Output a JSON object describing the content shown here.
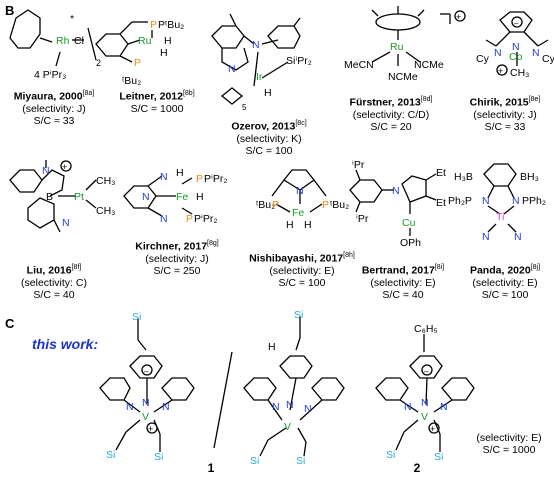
{
  "section_b": {
    "label": "B"
  },
  "section_c": {
    "label": "C",
    "this_work": "this work:"
  },
  "compounds_row1": [
    {
      "name": "Miyaura, 2000",
      "ref": "[8a]",
      "selectivity": "(selectivity: J)",
      "sc": "S/C ≈ 33"
    },
    {
      "name": "Leitner, 2012",
      "ref": "[8b]",
      "selectivity": "",
      "sc": "S/C = 1000"
    },
    {
      "name": "Ozerov, 2013",
      "ref": "[8c]",
      "selectivity": "(selectivity: K)",
      "sc": "S/C = 100"
    },
    {
      "name": "Fürstner, 2013",
      "ref": "[8d]",
      "selectivity": "(selectivity: C/D)",
      "sc": "S/C = 20"
    },
    {
      "name": "Chirik, 2015",
      "ref": "[8e]",
      "selectivity": "(selectivity: J)",
      "sc": "S/C ≈ 33"
    }
  ],
  "compounds_row2": [
    {
      "name": "Liu, 2016",
      "ref": "[8f]",
      "selectivity": "(selectivity: C)",
      "sc": "S/C = 40"
    },
    {
      "name": "Kirchner, 2017",
      "ref": "[8g]",
      "selectivity": "(selectivity: J)",
      "sc": "S/C = 250"
    },
    {
      "name": "Nishibayashi, 2017",
      "ref": "[8h]",
      "selectivity": "(selectivity: E)",
      "sc": "S/C = 100"
    },
    {
      "name": "Bertrand, 2017",
      "ref": "[8i]",
      "selectivity": "(selectivity: E)",
      "sc": "S/C = 40"
    },
    {
      "name": "Panda, 2020",
      "ref": "[8j]",
      "selectivity": "(selectivity: E)",
      "sc": "S/C ≈ 100"
    }
  ],
  "this_work_compounds": [
    {
      "label": "1"
    },
    {
      "label": "2"
    }
  ],
  "this_work_result": {
    "selectivity": "(selectivity: E)",
    "sc": "S/C = 1000"
  },
  "atoms": {
    "rh": "Rh",
    "cl": "Cl",
    "half": "2",
    "pipr3": "4 PⁱPr₃",
    "ru": "Ru",
    "ptbu2": "PᵗBu₂",
    "h": "H",
    "ir": "Ir",
    "n": "N",
    "sipr2": "SiⁱPr₂",
    "n5": "5",
    "mecn": "MeCN",
    "ncme": "NCMe",
    "plus": "+",
    "co": "Co",
    "cy": "Cy",
    "ch3": "CH₃",
    "pt": "Pt",
    "b": "B",
    "fe": "Fe",
    "pipr2": "PⁱPr₂",
    "cu": "Cu",
    "oph": "OPh",
    "ipr": "ⁱPr",
    "et": "Et",
    "ti": "Ti",
    "bh3": "BH₃",
    "h3b": "H₃B",
    "ph2p": "Ph₂P",
    "pph2": "PPh₂",
    "v": "V",
    "si": "Si",
    "c6h5": "C₆H₅"
  },
  "colors": {
    "rh": "#1a9a2a",
    "ru": "#1a9a2a",
    "ir": "#1a9a2a",
    "co": "#1a9a2a",
    "pt": "#1a9a2a",
    "fe": "#1a9a2a",
    "cu": "#1a9a2a",
    "v": "#1a9a2a",
    "p": "#e58a1a",
    "n": "#1f3fd6",
    "si": "#2aa8d8",
    "ti": "#e23bd6",
    "this_work": "#1a34c8"
  }
}
